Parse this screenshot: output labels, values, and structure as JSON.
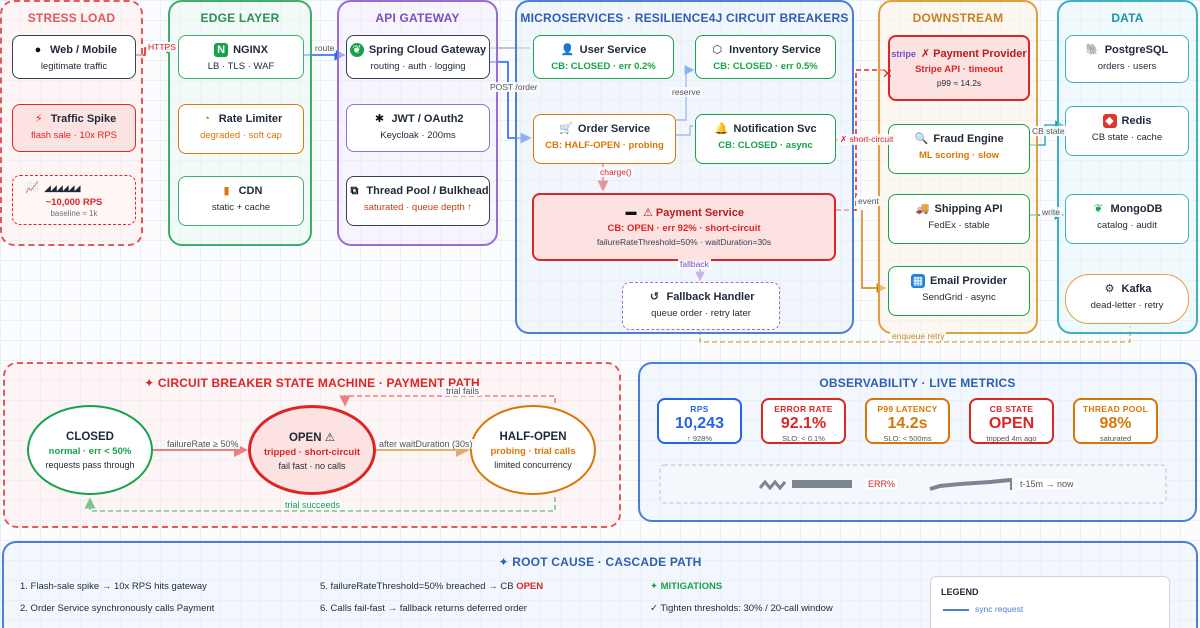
{
  "panels": {
    "stress": "STRESS LOAD",
    "edge": "EDGE LAYER",
    "gateway": "API GATEWAY",
    "micro": "MICROSERVICES · RESILIENCE4J CIRCUIT BREAKERS",
    "downstream": "DOWNSTREAM",
    "data": "DATA",
    "state_machine": "✦ CIRCUIT BREAKER STATE MACHINE · PAYMENT PATH",
    "observability": "OBSERVABILITY · LIVE METRICS",
    "root_cause": "✦ ROOT CAUSE · CASCADE PATH"
  },
  "stress": {
    "web_title": "Web / Mobile",
    "web_sub": "legitimate traffic",
    "spike_title": "Traffic Spike",
    "spike_sub": "flash sale · 10x RPS",
    "rps_value": "~10,000 RPS",
    "rps_sub": "baseline ≈ 1k"
  },
  "edge": {
    "nginx_title": "NGINX",
    "nginx_sub": "LB · TLS · WAF",
    "limiter_title": "Rate Limiter",
    "limiter_sub": "degraded · soft cap",
    "cdn_title": "CDN",
    "cdn_sub": "static + cache"
  },
  "gateway": {
    "scg_title": "Spring Cloud Gateway",
    "scg_sub": "routing · auth · logging",
    "jwt_title": "JWT / OAuth2",
    "jwt_sub": "Keycloak · 200ms",
    "pool_title": "Thread Pool / Bulkhead",
    "pool_sub": "saturated · queue depth ↑"
  },
  "micro": {
    "user_title": "User Service",
    "user_sub": "CB: CLOSED · err 0.2%",
    "inv_title": "Inventory Service",
    "inv_sub": "CB: CLOSED · err 0.5%",
    "order_title": "Order Service",
    "order_sub": "CB: HALF-OPEN · probing",
    "notif_title": "Notification Svc",
    "notif_sub": "CB: CLOSED · async",
    "pay_title": "⚠ Payment Service",
    "pay_sub": "CB: OPEN · err 92% · short-circuit",
    "pay_cfg": "failureRateThreshold=50% · waitDuration=30s",
    "fallback_title": "Fallback Handler",
    "fallback_sub": "queue order · retry later"
  },
  "downstream": {
    "payprov_brand": "stripe",
    "payprov_title": "✗ Payment Provider",
    "payprov_sub": "Stripe API · timeout",
    "payprov_p99": "p99 ≈ 14.2s",
    "fraud_title": "Fraud Engine",
    "fraud_sub": "ML scoring · slow",
    "ship_title": "Shipping API",
    "ship_sub": "FedEx · stable",
    "email_title": "Email Provider",
    "email_sub": "SendGrid · async"
  },
  "data": {
    "pg_title": "PostgreSQL",
    "pg_sub": "orders · users",
    "redis_title": "Redis",
    "redis_sub": "CB state · cache",
    "mongo_title": "MongoDB",
    "mongo_sub": "catalog · audit",
    "kafka_title": "Kafka",
    "kafka_sub": "dead-letter · retry"
  },
  "edge_labels": {
    "https": "HTTPS",
    "route": "route",
    "post_order": "POST /order",
    "reserve": "reserve",
    "charge": "charge()",
    "fallback": "fallback",
    "short_circuit": "✗ short-circuit",
    "event": "event",
    "cb_state": "CB state",
    "write": "write",
    "enqueue_retry": "enqueue retry"
  },
  "state_machine": {
    "closed_name": "CLOSED",
    "closed_a": "normal · err < 50%",
    "closed_b": "requests pass through",
    "open_name": "OPEN ⚠",
    "open_a": "tripped · short-circuit",
    "open_b": "fail fast · no calls",
    "half_name": "HALF-OPEN",
    "half_a": "probing · trial calls",
    "half_b": "limited concurrency",
    "t_fail_rate": "failureRate ≥ 50%",
    "t_wait": "after waitDuration (30s)",
    "t_trial_fails": "trial fails",
    "t_trial_succeeds": "trial succeeds"
  },
  "metrics": [
    {
      "label": "RPS",
      "value": "10,243",
      "sub": "↑ 928%",
      "color": "#2563eb"
    },
    {
      "label": "ERROR RATE",
      "value": "92.1%",
      "sub": "SLO: < 0.1%",
      "color": "#dc2626"
    },
    {
      "label": "P99 LATENCY",
      "value": "14.2s",
      "sub": "SLO: < 500ms",
      "color": "#d97706"
    },
    {
      "label": "CB STATE",
      "value": "OPEN",
      "sub": "tripped 4m ago",
      "color": "#dc2626"
    },
    {
      "label": "THREAD POOL",
      "value": "98%",
      "sub": "saturated",
      "color": "#d97706"
    }
  ],
  "sparkline": {
    "err_label": "ERR%",
    "time_label": "t-15m → now"
  },
  "root_cause": {
    "items": [
      "1. Flash-sale spike → 10x RPS hits gateway",
      "2. Order Service synchronously calls Payment",
      "5. failureRateThreshold=50% breached → CB",
      "6. Calls fail-fast → fallback returns deferred order"
    ],
    "open_word": "OPEN",
    "mitigations_title": "✦ MITIGATIONS",
    "mitigations": [
      "✓ Tighten thresholds: 30% / 20-call window"
    ],
    "legend_title": "LEGEND",
    "legend_sync": "sync request"
  },
  "colors": {
    "stress": "#e05a5a",
    "edge": "#3fae6a",
    "gateway": "#9b6bd6",
    "micro": "#4a7fd4",
    "downstream": "#e0a040",
    "data": "#3fb0c4",
    "critical": "#dc2626",
    "warn": "#d97706",
    "ok": "#16a34a"
  }
}
